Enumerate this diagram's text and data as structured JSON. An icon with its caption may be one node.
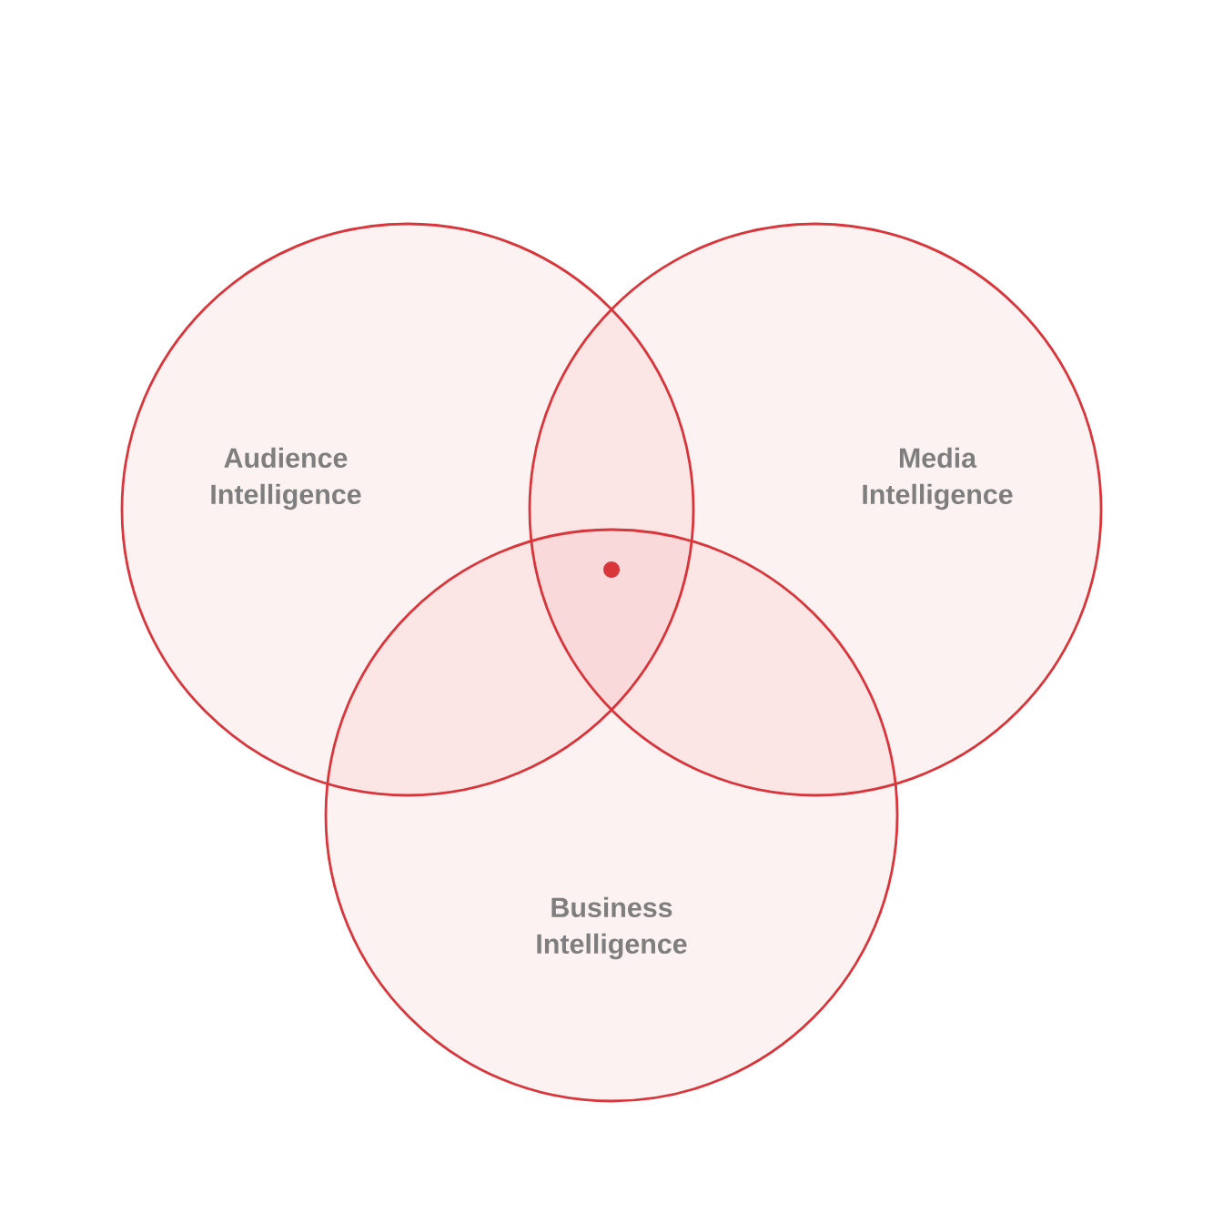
{
  "diagram": {
    "nodes": [
      {
        "text": [
          "Audience Intelligence"
        ]
      },
      {
        "text": [
          "Media Intelligence"
        ]
      },
      {
        "text": [
          "Business Intelligence"
        ]
      }
    ]
  }
}
